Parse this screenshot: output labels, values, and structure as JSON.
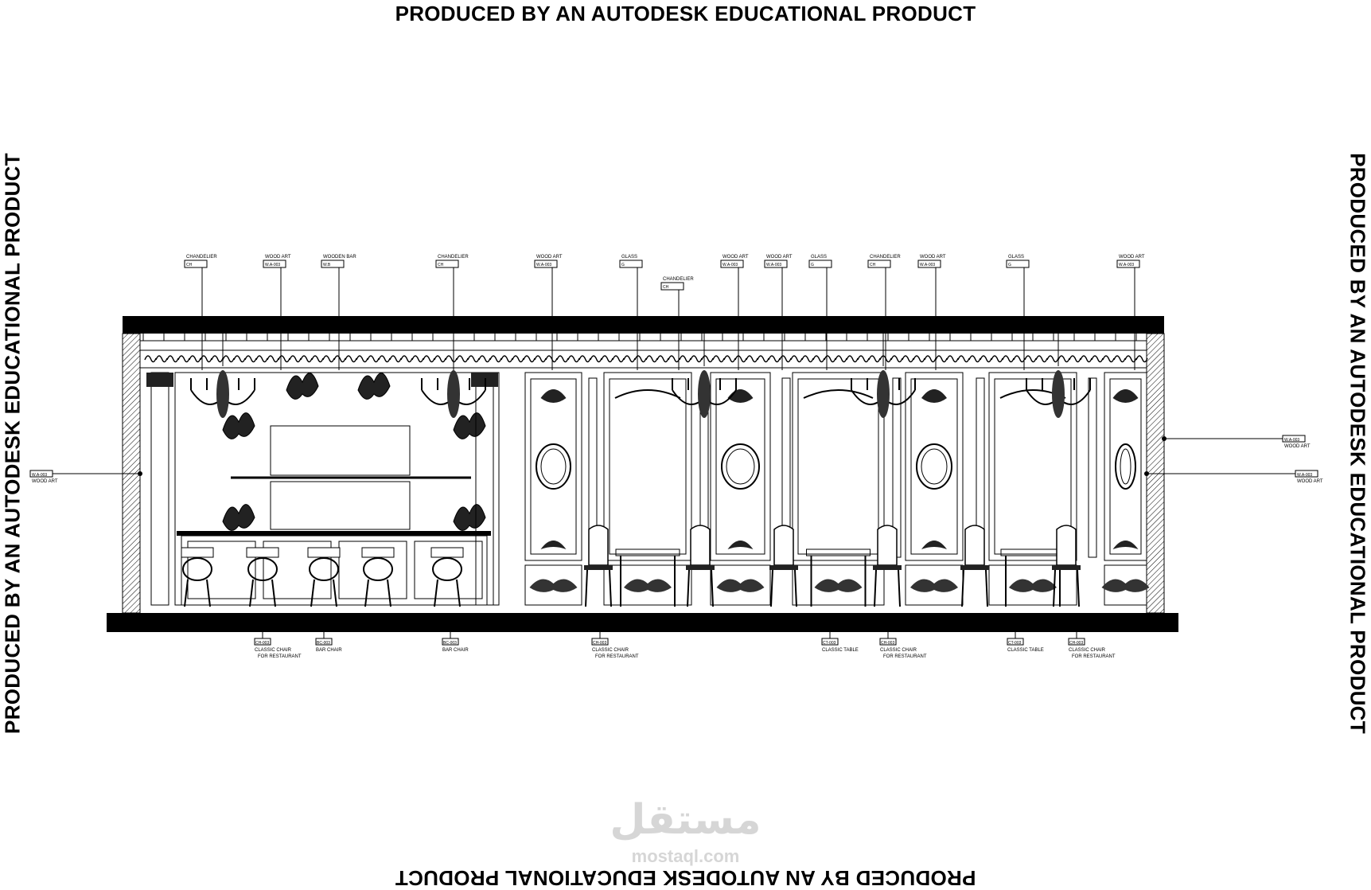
{
  "watermark": {
    "top": "PRODUCED BY AN AUTODESK EDUCATIONAL PRODUCT",
    "left": "PRODUCED BY AN AUTODESK EDUCATIONAL PRODUCT",
    "right": "PRODUCED BY AN AUTODESK EDUCATIONAL PRODUCT",
    "bottom": "PRODUCED BY AN AUTODESK EDUCATIONAL PRODUCT"
  },
  "logo": {
    "arabic": "مستقل",
    "url": "mostaql.com"
  },
  "top_callouts": [
    {
      "label": "CHANDELIER",
      "code": "CH"
    },
    {
      "label": "WOOD ART",
      "code": "W.A-003"
    },
    {
      "label": "WOODEN BAR",
      "code": "W.B"
    },
    {
      "label": "CHANDELIER",
      "code": "CH"
    },
    {
      "label": "WOOD ART",
      "code": "W.A-003"
    },
    {
      "label": "GLASS",
      "code": "G"
    },
    {
      "label": "CHANDELIER",
      "code": "CH"
    },
    {
      "label": "WOOD ART",
      "code": "W.A-003"
    },
    {
      "label": "WOOD ART",
      "code": "W.A-003"
    },
    {
      "label": "GLASS",
      "code": "G"
    },
    {
      "label": "CHANDELIER",
      "code": "CH"
    },
    {
      "label": "WOOD ART",
      "code": "W.A-003"
    },
    {
      "label": "GLASS",
      "code": "G"
    },
    {
      "label": "WOOD ART",
      "code": "W.A-003"
    }
  ],
  "bottom_callouts": [
    {
      "label": "CLASSIC CHAIR",
      "sub": "FOR RESTAURANT",
      "code": "CH-003"
    },
    {
      "label": "BAR CHAIR",
      "sub": "",
      "code": "BC-003"
    },
    {
      "label": "BAR CHAIR",
      "sub": "",
      "code": "BC-003"
    },
    {
      "label": "CLASSIC CHAIR",
      "sub": "FOR RESTAURANT",
      "code": "CH-003"
    },
    {
      "label": "CLASSIC TABLE",
      "sub": "",
      "code": "CT-003"
    },
    {
      "label": "CLASSIC CHAIR",
      "sub": "FOR RESTAURANT",
      "code": "CH-003"
    },
    {
      "label": "CLASSIC TABLE",
      "sub": "",
      "code": "CT-003"
    },
    {
      "label": "CLASSIC CHAIR",
      "sub": "FOR RESTAURANT",
      "code": "CH-003"
    }
  ],
  "side_callouts": [
    {
      "label": "WOOD ART",
      "code": "W.A-003"
    },
    {
      "label": "WOOD ART",
      "code": "W.A-003"
    },
    {
      "label": "WOOD ART",
      "code": "W.A-003"
    }
  ]
}
